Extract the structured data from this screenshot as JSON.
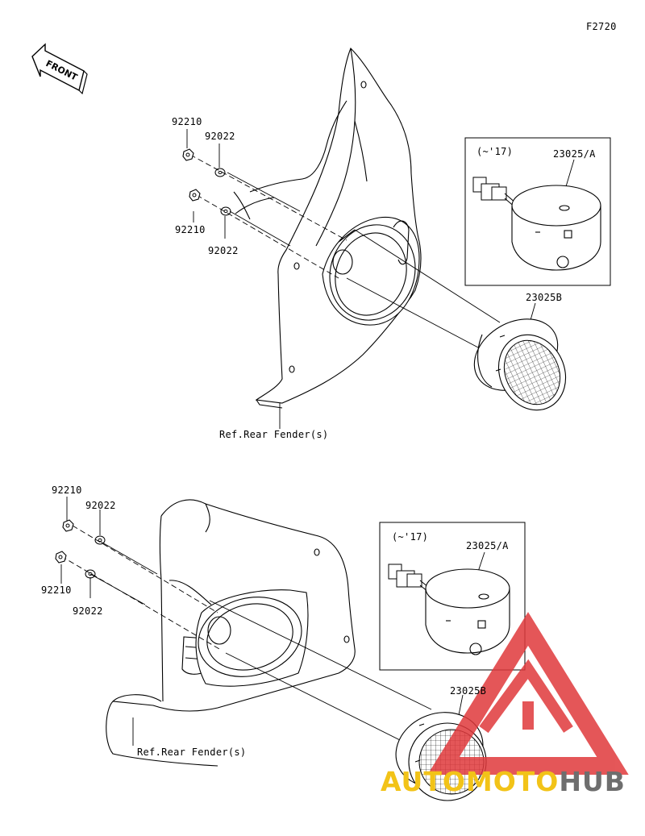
{
  "figure_code": "F2720",
  "front_label": "FRONT",
  "top": {
    "nut_upper": "92210",
    "washer_upper": "92022",
    "nut_lower": "92210",
    "washer_lower": "92022",
    "inset_years": "(~'17)",
    "inset_part": "23025/A",
    "lamp_part": "23025B",
    "ref_text": "Ref.Rear Fender(s)"
  },
  "bottom": {
    "nut_upper": "92210",
    "washer_upper": "92022",
    "nut_lower": "92210",
    "washer_lower": "92022",
    "inset_years": "(~'17)",
    "inset_part": "23025/A",
    "lamp_part": "23025B",
    "ref_text": "Ref.Rear Fender(s)"
  },
  "watermark": {
    "part1": "AUTOMOTO",
    "part2": "HUB",
    "color_primary": "#f2c318",
    "color_secondary": "#6e6e6e",
    "logo_color": "#e0393c"
  }
}
